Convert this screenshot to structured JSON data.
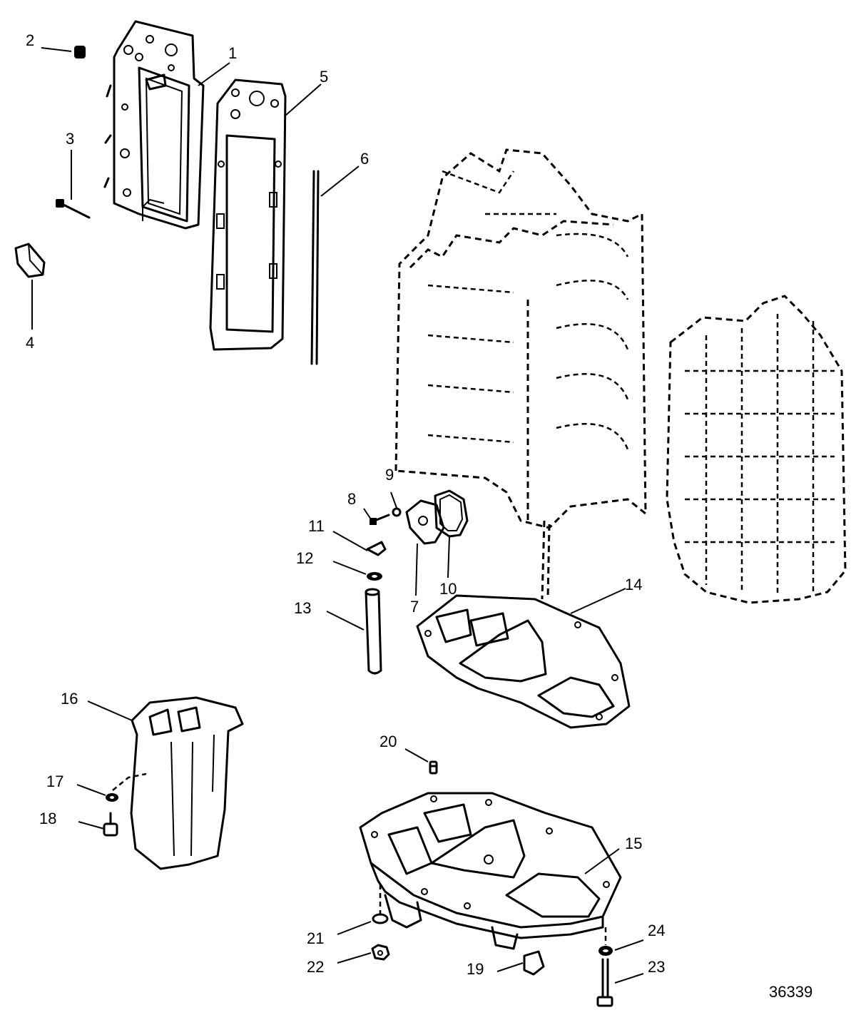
{
  "diagram": {
    "figure_number": "36339",
    "callouts": [
      "1",
      "2",
      "3",
      "4",
      "5",
      "6",
      "7",
      "8",
      "9",
      "10",
      "11",
      "12",
      "13",
      "14",
      "15",
      "16",
      "17",
      "18",
      "19",
      "20",
      "21",
      "22",
      "23",
      "24"
    ],
    "style": {
      "line_color": "#000000",
      "background": "#ffffff"
    }
  }
}
